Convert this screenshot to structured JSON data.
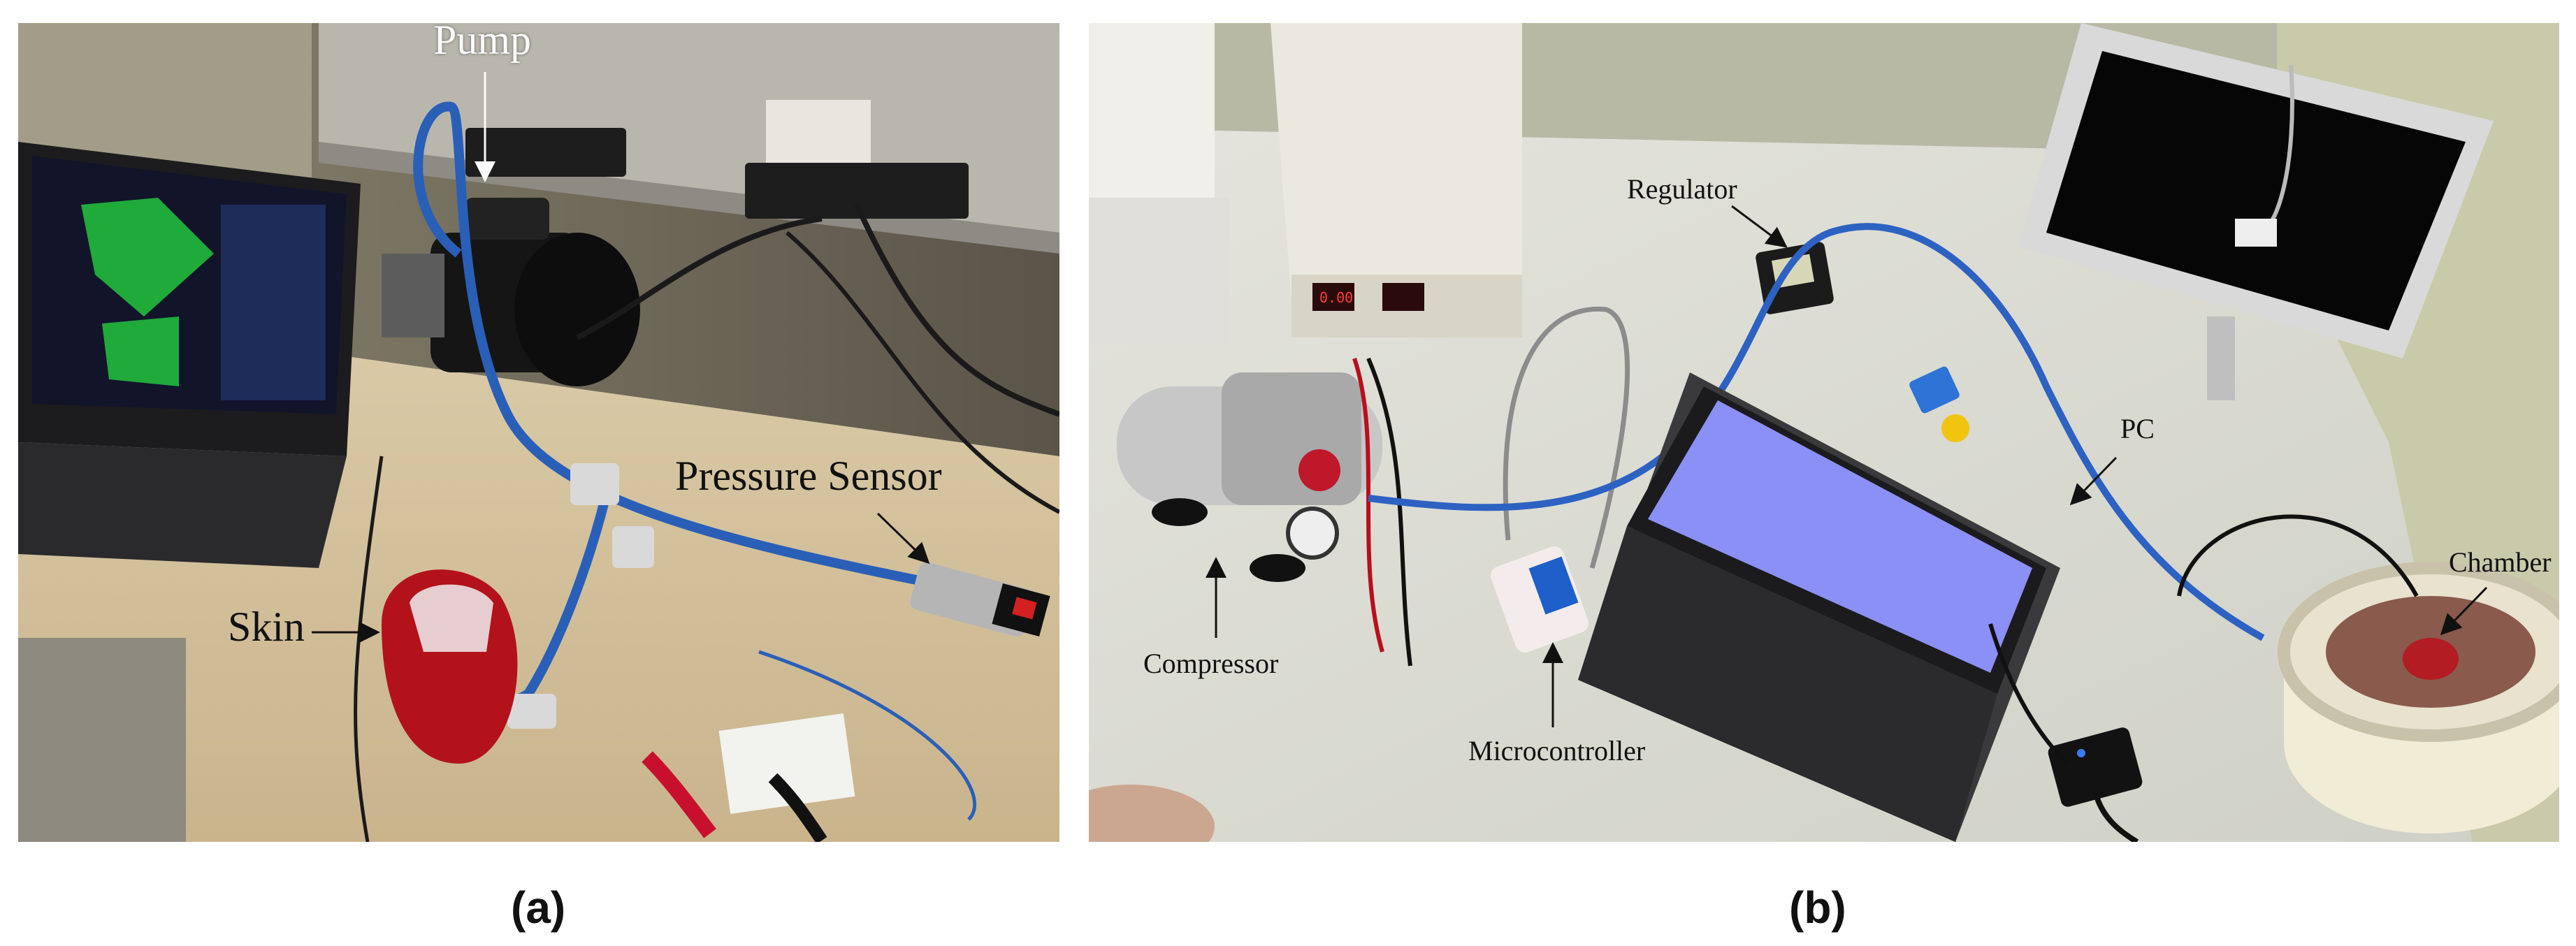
{
  "panels": [
    {
      "caption": "(a)",
      "labels": {
        "pump": "Pump",
        "pressure_sensor": "Pressure Sensor",
        "skin": "Skin"
      }
    },
    {
      "caption": "(b)",
      "labels": {
        "regulator": "Regulator",
        "pc": "PC",
        "chamber": "Chamber",
        "compressor": "Compressor",
        "microcontroller": "Microcontroller"
      }
    }
  ]
}
